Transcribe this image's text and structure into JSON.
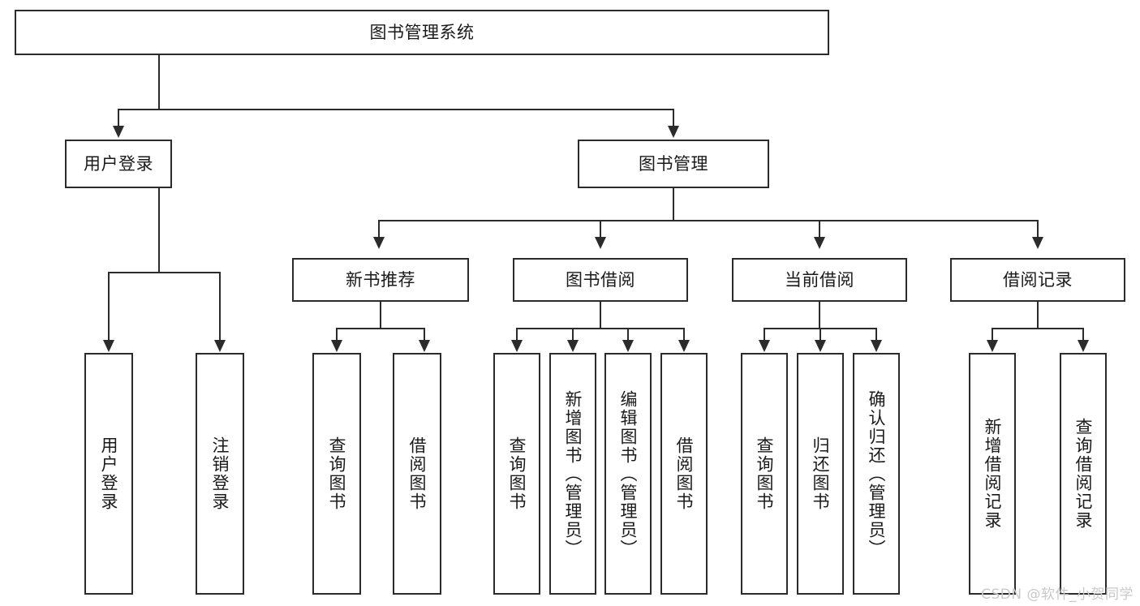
{
  "diagram": {
    "type": "tree-hierarchy-chart",
    "title": "图书管理系统",
    "levels": [
      {
        "level": 1,
        "nodes": [
          {
            "id": "root",
            "label": "图书管理系统",
            "orientation": "horizontal"
          }
        ]
      },
      {
        "level": 2,
        "nodes": [
          {
            "id": "user-login",
            "label": "用户登录",
            "orientation": "horizontal",
            "parent": "root"
          },
          {
            "id": "book-manage",
            "label": "图书管理",
            "orientation": "horizontal",
            "parent": "root"
          }
        ]
      },
      {
        "level": 3,
        "nodes": [
          {
            "id": "new-book-recommend",
            "label": "新书推荐",
            "orientation": "horizontal",
            "parent": "book-manage"
          },
          {
            "id": "book-borrow",
            "label": "图书借阅",
            "orientation": "horizontal",
            "parent": "book-manage"
          },
          {
            "id": "current-borrow",
            "label": "当前借阅",
            "orientation": "horizontal",
            "parent": "book-manage"
          },
          {
            "id": "borrow-record",
            "label": "借阅记录",
            "orientation": "horizontal",
            "parent": "book-manage"
          }
        ]
      },
      {
        "level": 4,
        "nodes": [
          {
            "id": "leaf-user-login",
            "label": "用户登录",
            "orientation": "vertical",
            "parent": "user-login"
          },
          {
            "id": "leaf-logout",
            "label": "注销登录",
            "orientation": "vertical",
            "parent": "user-login"
          },
          {
            "id": "leaf-query-book-1",
            "label": "查询图书",
            "orientation": "vertical",
            "parent": "new-book-recommend"
          },
          {
            "id": "leaf-borrow-book-1",
            "label": "借阅图书",
            "orientation": "vertical",
            "parent": "new-book-recommend"
          },
          {
            "id": "leaf-query-book-2",
            "label": "查询图书",
            "orientation": "vertical",
            "parent": "book-borrow"
          },
          {
            "id": "leaf-add-book",
            "label": "新增图书（管理员）",
            "orientation": "vertical",
            "parent": "book-borrow"
          },
          {
            "id": "leaf-edit-book",
            "label": "编辑图书（管理员）",
            "orientation": "vertical",
            "parent": "book-borrow"
          },
          {
            "id": "leaf-borrow-book-2",
            "label": "借阅图书",
            "orientation": "vertical",
            "parent": "book-borrow"
          },
          {
            "id": "leaf-query-book-3",
            "label": "查询图书",
            "orientation": "vertical",
            "parent": "current-borrow"
          },
          {
            "id": "leaf-return-book",
            "label": "归还图书",
            "orientation": "vertical",
            "parent": "current-borrow"
          },
          {
            "id": "leaf-confirm-return",
            "label": "确认归还（管理员）",
            "orientation": "vertical",
            "parent": "current-borrow"
          },
          {
            "id": "leaf-add-record",
            "label": "新增借阅记录",
            "orientation": "vertical",
            "parent": "borrow-record"
          },
          {
            "id": "leaf-query-record",
            "label": "查询借阅记录",
            "orientation": "vertical",
            "parent": "borrow-record"
          }
        ]
      }
    ],
    "colors": {
      "stroke": "#2b2b2b",
      "fill": "#ffffff",
      "text": "#1a1a1a",
      "watermark": "#c9c9c9"
    }
  },
  "watermark": {
    "text": "CSDN @软件_小贺同学"
  }
}
